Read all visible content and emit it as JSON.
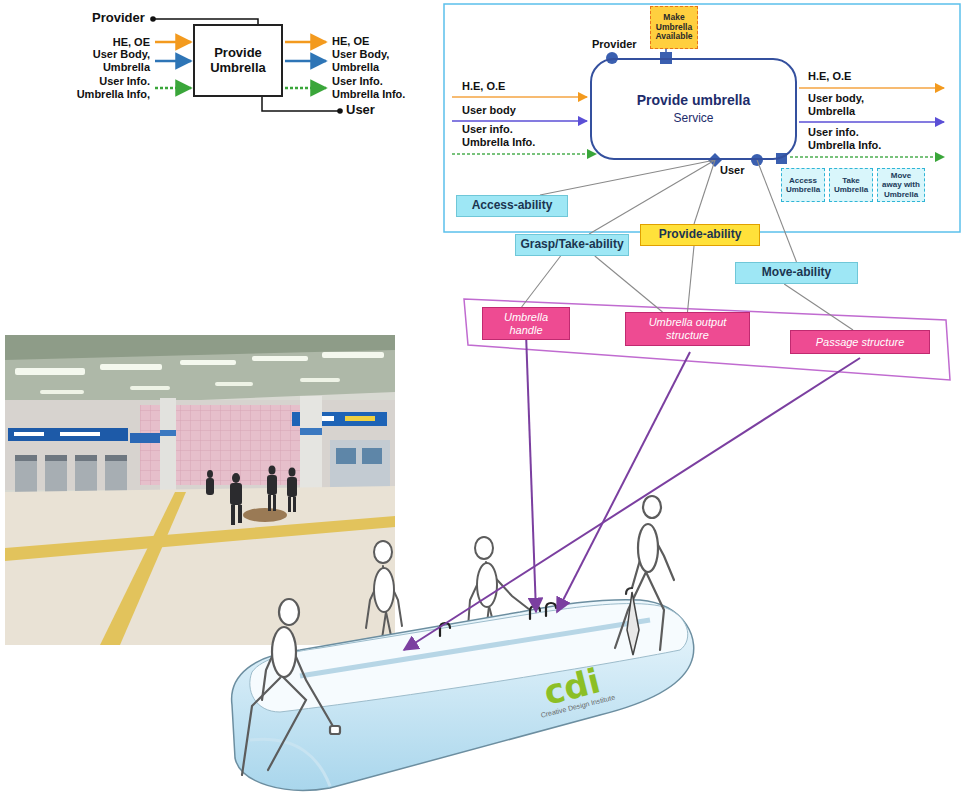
{
  "diagram": {
    "nodes": [
      {
        "text": [
          "Provide Umbrella"
        ]
      },
      {
        "text": [
          "Provide umbrella",
          "Service"
        ]
      },
      {
        "text": [
          "Make Umbrella Available"
        ]
      },
      {
        "text": [
          "Access Umbrella"
        ]
      },
      {
        "text": [
          "Take Umbrella"
        ]
      },
      {
        "text": [
          "Move away with Umbrella"
        ]
      },
      {
        "text": [
          "Access-ability"
        ]
      },
      {
        "text": [
          "Grasp/Take-ability"
        ]
      },
      {
        "text": [
          "Provide-ability"
        ]
      },
      {
        "text": [
          "Move-ability"
        ]
      },
      {
        "text": [
          "Umbrella handle"
        ]
      },
      {
        "text": [
          "Umbrella output structure"
        ]
      },
      {
        "text": [
          "Passage structure"
        ]
      }
    ],
    "edges": [
      {
        "from": 1,
        "to": 6,
        "arrow": "none"
      },
      {
        "from": 1,
        "to": 7,
        "arrow": "none"
      },
      {
        "from": 1,
        "to": 8,
        "arrow": "none"
      },
      {
        "from": 1,
        "to": 9,
        "arrow": "none"
      },
      {
        "from": 7,
        "to": 10,
        "arrow": "none"
      },
      {
        "from": 7,
        "to": 11,
        "arrow": "none"
      },
      {
        "from": 8,
        "to": 11,
        "arrow": "none"
      },
      {
        "from": 9,
        "to": 12,
        "arrow": "none"
      }
    ],
    "labels": [
      "Provider",
      "HE, OE",
      "User Body, Umbrella",
      "User Info. Umbrella Info,",
      "HE, OE",
      "User Body, Umbrella",
      "User Info. Umbrella Info.",
      "User",
      "Provider",
      "H.E, O.E",
      "User body",
      "User info. Umbrella Info.",
      "H.E, O.E",
      "User body, Umbrella",
      "User info. Umbrella Info.",
      "User",
      "cdi",
      "Creative Design Institute"
    ]
  }
}
